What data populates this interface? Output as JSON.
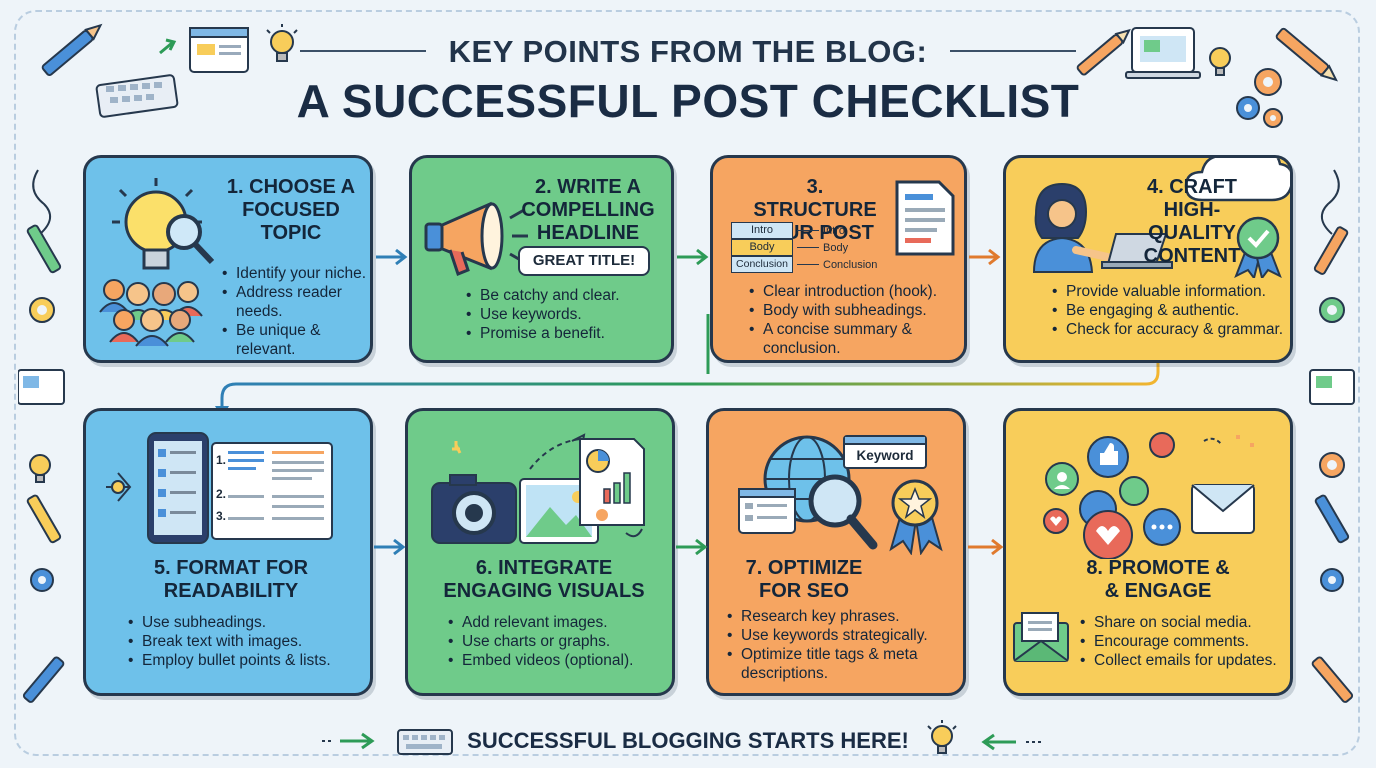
{
  "header": {
    "line1": "KEY POINTS FROM THE BLOG:",
    "line2": "A SUCCESSFUL POST CHECKLIST"
  },
  "steps": [
    {
      "title": [
        "1. CHOOSE A",
        "FOCUSED",
        "TOPIC"
      ],
      "bullets": [
        "Identify your niche.",
        "Address reader needs.",
        "Be unique & relevant."
      ]
    },
    {
      "title": [
        "2. WRITE A",
        "COMPELLING",
        "HEADLINE"
      ],
      "badge": "GREAT TITLE!",
      "bullets": [
        "Be catchy and clear.",
        "Use keywords.",
        "Promise a benefit."
      ]
    },
    {
      "title": [
        "3. STRUCTURE",
        "YOUR POST"
      ],
      "boxes": [
        "Intro",
        "Body",
        "Conclusion"
      ],
      "bullets": [
        "Clear introduction (hook).",
        "Body with subheadings.",
        "A concise summary & conclusion."
      ]
    },
    {
      "title": [
        "4. CRAFT",
        "HIGH-QUALITY",
        "CONTENT"
      ],
      "bullets": [
        "Provide valuable information.",
        "Be engaging & authentic.",
        "Check for accuracy & grammar."
      ]
    },
    {
      "title": [
        "5. FORMAT FOR",
        "READABILITY"
      ],
      "list_nums": [
        "1.",
        "2.",
        "3."
      ],
      "bullets": [
        "Use subheadings.",
        "Break text with images.",
        "Employ bullet points & lists."
      ]
    },
    {
      "title": [
        "6. INTEGRATE",
        "ENGAGING VISUALS"
      ],
      "bullets": [
        "Add relevant images.",
        "Use charts or graphs.",
        "Embed videos (optional)."
      ]
    },
    {
      "title": [
        "7. OPTIMIZE",
        "FOR SEO"
      ],
      "keyword": "Keyword",
      "bullets": [
        "Research key phrases.",
        "Use keywords strategically.",
        "Optimize title tags & meta descriptions."
      ]
    },
    {
      "title": [
        "8. PROMOTE &",
        "& ENGAGE"
      ],
      "bullets": [
        "Share on social media.",
        "Encourage comments.",
        "Collect emails for updates."
      ]
    }
  ],
  "footer": {
    "text": "SUCCESSFUL BLOGGING STARTS HERE!"
  },
  "colors": {
    "blue": "#6ec1ea",
    "green": "#6fcb8a",
    "orange": "#f6a561",
    "yellow": "#f8cd5a",
    "outline": "#26384d",
    "arrow_blue": "#2f7fb6",
    "arrow_green": "#2d9b57",
    "arrow_orange": "#e07a2e"
  }
}
